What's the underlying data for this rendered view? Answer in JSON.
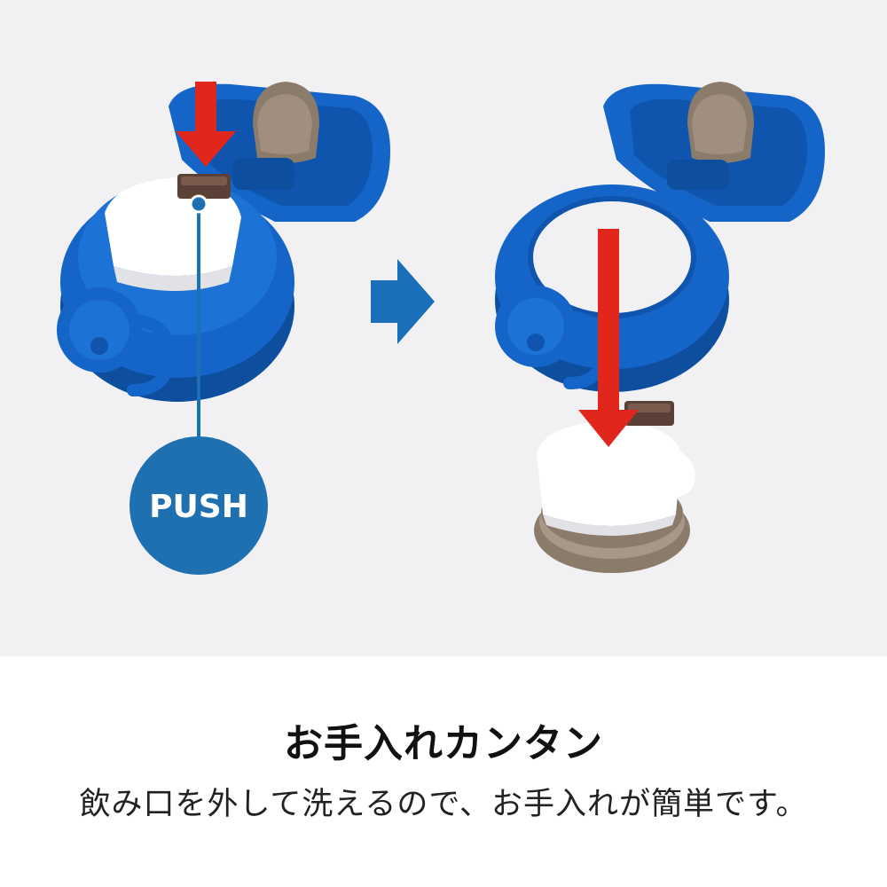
{
  "illustration": {
    "push_label": "PUSH",
    "colors": {
      "background": "#f1f1f3",
      "lid_blue": "#1565c9",
      "lid_blue_dark": "#0d4f9e",
      "arrow_red": "#e1261c",
      "step_arrow_blue": "#1b6fb8",
      "push_circle": "#1f70b0",
      "seal_brown": "#8b7b6b",
      "cap_white": "#ffffff",
      "button_brown": "#5a4036"
    },
    "icons": [
      "push-down-arrow-icon",
      "step-arrow-icon",
      "remove-down-arrow-icon"
    ]
  },
  "caption": {
    "headline": "お手入れカンタン",
    "description": "飲み口を外して洗えるので、お手入れが簡単です。"
  }
}
